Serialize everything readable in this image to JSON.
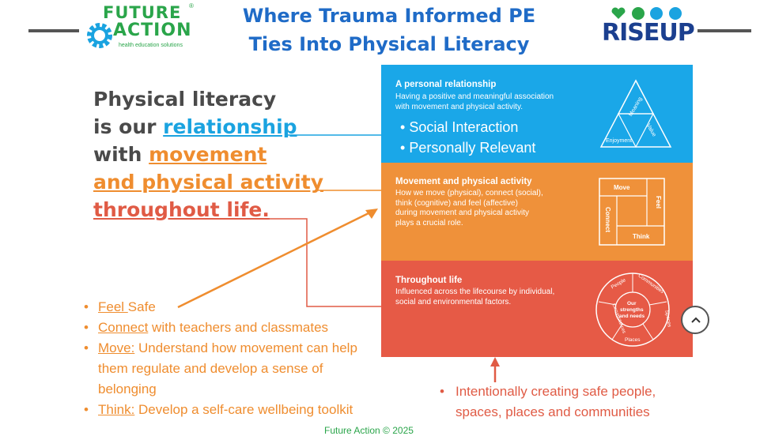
{
  "header": {
    "title_line1": "Where Trauma Informed PE",
    "title_line2": "Ties Into Physical Literacy",
    "left_logo": {
      "word1": "FUTURE",
      "word2": "ACTION",
      "registered": "®",
      "tagline": "health education solutions",
      "icon": "gear-icon"
    },
    "right_logo": {
      "text": "RISEUP",
      "registered": "®",
      "icons": [
        "heart-icon",
        "running-icon",
        "people-icon",
        "yoga-icon"
      ]
    }
  },
  "statement": {
    "line1": "Physical literacy",
    "line2_prefix": "is our ",
    "line2_highlight": "relationship",
    "line3_prefix": "with ",
    "line3_highlight": "movement",
    "line4": "and physical activity",
    "line5": "throughout life."
  },
  "panel": {
    "band1": {
      "heading": "A personal relationship",
      "text_line1": "Having a positive and meaningful association",
      "text_line2": "with movement and physical activity.",
      "bullets": [
        "Social Interaction",
        "Personally Relevant"
      ],
      "diagram": {
        "labels": [
          "Meaning",
          "Value",
          "Enjoyment"
        ]
      }
    },
    "band2": {
      "heading": "Movement and physical activity",
      "text_lines": [
        "How we move (physical), connect (social),",
        "think (cognitive) and feel (affective)",
        "during movement and physical activity",
        "plays a crucial role."
      ],
      "diagram": {
        "labels": [
          "Move",
          "Feel",
          "Connect",
          "Think"
        ]
      }
    },
    "band3": {
      "heading": "Throughout life",
      "text_line1": "Influenced across the lifecourse by individual,",
      "text_line2": "social and environmental factors.",
      "diagram": {
        "center": [
          "Our",
          "strengths",
          "and needs"
        ],
        "ring": [
          "People",
          "Communities",
          "Spaces",
          "Places",
          "Circumstances"
        ]
      }
    }
  },
  "left_bullets": [
    {
      "key": "Feel ",
      "rest": "Safe"
    },
    {
      "key": "Connect",
      "rest": " with teachers and classmates"
    },
    {
      "key": "Move:",
      "rest": " Understand how movement can help"
    },
    {
      "key": "",
      "rest": "them regulate and develop a sense of"
    },
    {
      "key": "",
      "rest": "belonging"
    },
    {
      "key": "Think:",
      "rest": " Develop a self-care wellbeing toolkit"
    }
  ],
  "right_bullet": {
    "line1": "Intentionally creating safe people,",
    "line2": "spaces, places and communities"
  },
  "footer": "Future Action © 2025",
  "scroll_button": {
    "icon": "chevron-up-icon"
  },
  "colors": {
    "blue": "#1aa7e8",
    "orange": "#ef913a",
    "red": "#e65a46",
    "title": "#1f6bc7",
    "green": "#2aa54a"
  }
}
